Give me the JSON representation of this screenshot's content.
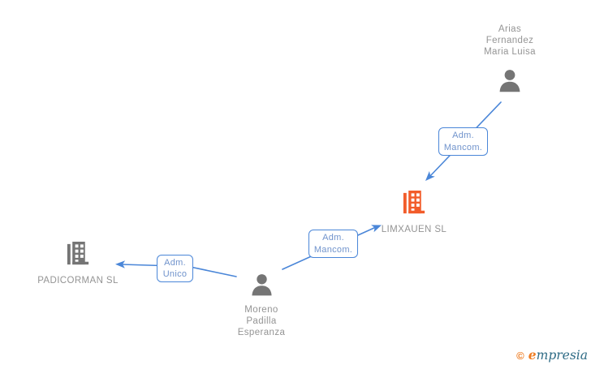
{
  "colors": {
    "edge": "#4a86d8",
    "edge_label_text": "#7093cc",
    "node_icon_gray": "#757575",
    "company_highlight": "#f25c2a",
    "node_label_gray": "#949494",
    "logo_orange": "#ee7c22",
    "logo_teal": "#2e6b85",
    "background": "#ffffff"
  },
  "nodes": {
    "arias": {
      "type": "person",
      "lines": [
        "Arias",
        "Fernandez",
        "Maria Luisa"
      ]
    },
    "limxauen": {
      "type": "company",
      "highlighted": true,
      "lines": [
        "LIMXAUEN SL"
      ]
    },
    "padicorman": {
      "type": "company",
      "highlighted": false,
      "lines": [
        "PADICORMAN SL"
      ]
    },
    "moreno": {
      "type": "person",
      "lines": [
        "Moreno",
        "Padilla",
        "Esperanza"
      ]
    }
  },
  "edges": [
    {
      "from": "Arias Fernandez Maria Luisa",
      "to": "LIMXAUEN SL",
      "role_lines": [
        "Adm.",
        "Mancom."
      ]
    },
    {
      "from": "Moreno Padilla Esperanza",
      "to": "LIMXAUEN SL",
      "role_lines": [
        "Adm.",
        "Mancom."
      ]
    },
    {
      "from": "Moreno Padilla Esperanza",
      "to": "PADICORMAN SL",
      "role_lines": [
        "Adm.",
        "Unico"
      ]
    }
  ],
  "watermark": {
    "copyright_symbol": "©",
    "brand_initial": "e",
    "brand_rest": "mpresia"
  }
}
